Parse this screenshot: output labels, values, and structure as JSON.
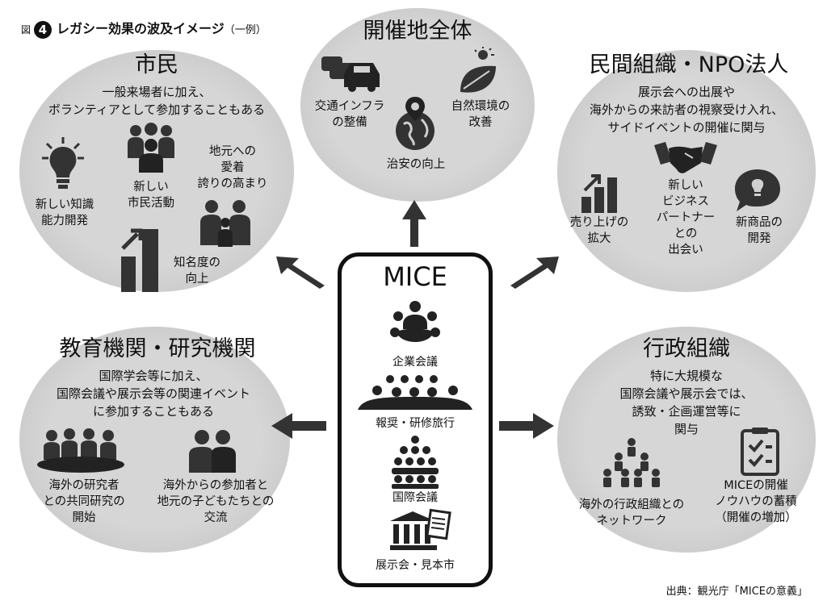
{
  "figure": {
    "label": "図",
    "number": "4",
    "title": "レガシー効果の波及イメージ",
    "subtitle": "（一例）"
  },
  "regions": {
    "host": {
      "title": "開催地全体",
      "items": [
        "交通インフラ\nの整備",
        "自然環境の\n改善",
        "治安の向上"
      ]
    },
    "citizens": {
      "title": "市民",
      "description": [
        "一般来場者に加え、",
        "ボランティアとして参加することもある"
      ],
      "items": [
        "新しい知識\n能力開発",
        "新しい\n市民活動",
        "地元への\n愛着\n誇りの高まり",
        "知名度の\n向上"
      ]
    },
    "private": {
      "title": "民間組織・NPO法人",
      "description": [
        "展示会への出展や",
        "海外からの来訪者の視察受け入れ、",
        "サイドイベントの開催に関与"
      ],
      "items": [
        "売り上げの\n拡大",
        "新しい\nビジネス\nパートナー\nとの\n出会い",
        "新商品の\n開発"
      ]
    },
    "education": {
      "title": "教育機関・研究機関",
      "description": [
        "国際学会等に加え、",
        "国際会議や展示会等の関連イベント",
        "に参加することもある"
      ],
      "items": [
        "海外の研究者\nとの共同研究の\n開始",
        "海外からの参加者と\n地元の子どもたちとの\n交流"
      ]
    },
    "government": {
      "title": "行政組織",
      "description": [
        "特に大規模な",
        "国際会議や展示会では、",
        "誘致・企画運営等に",
        "関与"
      ],
      "items": [
        "海外の行政組織との\nネットワーク",
        "MICEの開催\nノウハウの蓄積\n（開催の増加）"
      ]
    }
  },
  "mice": {
    "title": "MICE",
    "items": [
      "企業会議",
      "報奨・研修旅行",
      "国際会議",
      "展示会・見本市"
    ]
  },
  "source": "出典：観光庁「MICEの意義」",
  "icons": [
    "traffic-icon",
    "nature-icon",
    "globe-pin-icon",
    "bulb-icon",
    "people-group-icon",
    "family-icon",
    "growth-bar-icon",
    "handshake-icon",
    "idea-bubble-icon",
    "conference-table-icon",
    "meeting-icon",
    "crowd-icon",
    "hall-icon",
    "clipboard-icon",
    "network-people-icon"
  ],
  "colors": {
    "blob": "#cfcfcf",
    "ink": "#111111"
  }
}
